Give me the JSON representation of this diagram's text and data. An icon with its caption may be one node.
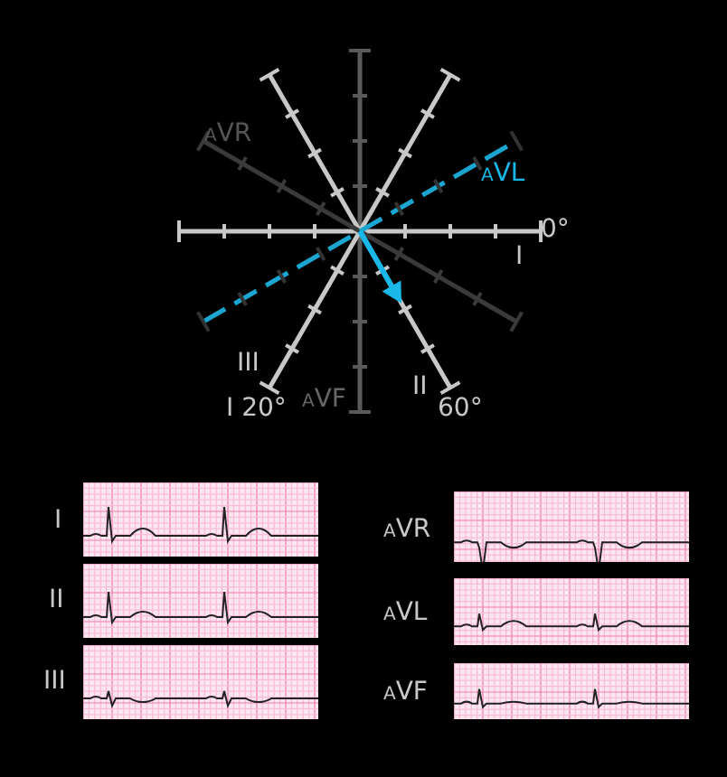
{
  "diagram": {
    "labels": [
      "aVR",
      "aVL",
      "0°",
      "I",
      "III",
      "I 20°",
      "aVF",
      "II",
      "60°",
      "I",
      "II",
      "III",
      "aVR",
      "aVL",
      "aVF"
    ]
  }
}
